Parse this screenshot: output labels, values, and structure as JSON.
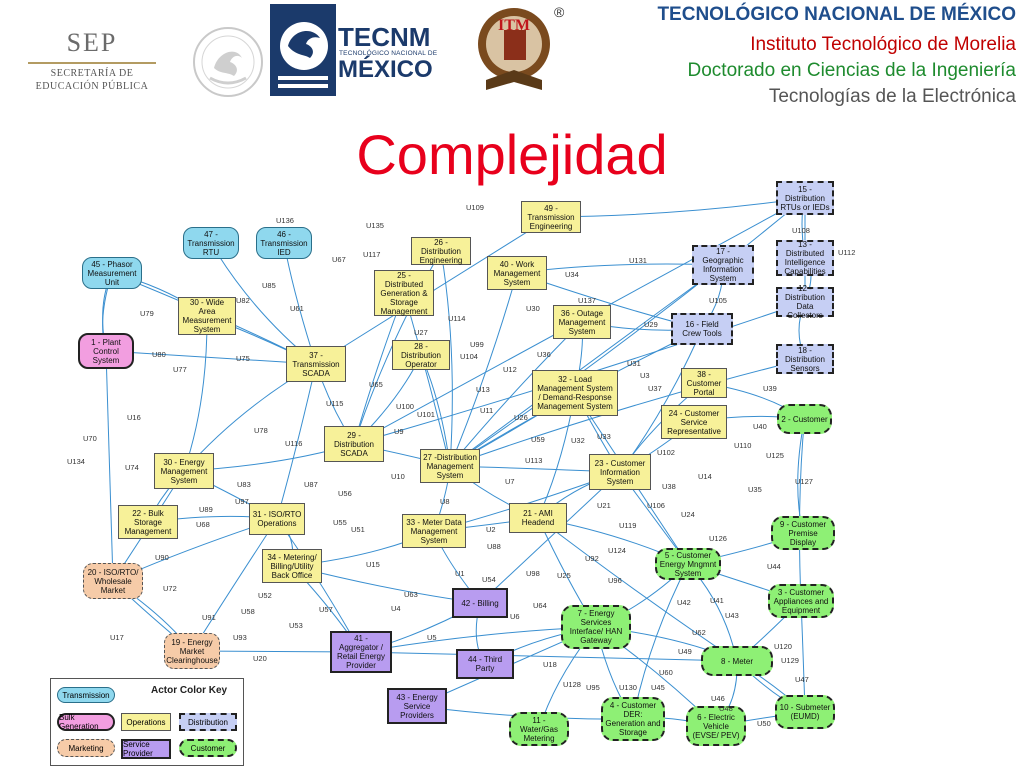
{
  "header": {
    "sep": {
      "name": "SEP",
      "line1": "SECRETARÍA DE",
      "line2": "EDUCACIÓN PÚBLICA"
    },
    "tecnm": {
      "word": "TECNM",
      "sub": "TECNOLÓGICO NACIONAL DE",
      "country": "MÉXICO"
    },
    "itm": {
      "text": "ITM",
      "reg": "®"
    },
    "lines": [
      "TECNOLÓGICO NACIONAL DE MÉXICO",
      "Instituto Tecnológico de Morelia",
      "Doctorado en Ciencias de la Ingeniería",
      "Tecnologías de la Electrónica"
    ]
  },
  "title": "Complejidad",
  "colors": {
    "transmission": "#8fd8ee",
    "generation": "#f29ee0",
    "operations": "#f7f199",
    "distribution": "#c6cff4",
    "marketing": "#f6cba8",
    "provider": "#b89cf0",
    "customer": "#8ef075",
    "edge": "#3a8fd0",
    "title": "#e8001c"
  },
  "nodes": [
    {
      "id": "n15",
      "label": "15 - Distribution RTUs or IEDs",
      "cls": "distribution"
    },
    {
      "id": "n49",
      "label": "49 - Transmission Engineering",
      "cls": "operations"
    },
    {
      "id": "n47",
      "label": "47 - Transmission RTU",
      "cls": "transmission"
    },
    {
      "id": "n46",
      "label": "46 - Transmission IED",
      "cls": "transmission"
    },
    {
      "id": "n26",
      "label": "26 - Distribution Engineering",
      "cls": "operations"
    },
    {
      "id": "n17",
      "label": "17 - Geographic Information System",
      "cls": "distribution"
    },
    {
      "id": "n13",
      "label": "13 - Distributed Intelligence Capabilities",
      "cls": "distribution"
    },
    {
      "id": "n45",
      "label": "45 - Phasor Measurement Unit",
      "cls": "transmission"
    },
    {
      "id": "n40",
      "label": "40 - Work Management System",
      "cls": "operations"
    },
    {
      "id": "n25",
      "label": "25 - Distributed Generation & Storage Management",
      "cls": "operations"
    },
    {
      "id": "n12",
      "label": "12 - Distribution Data Collectors",
      "cls": "distribution"
    },
    {
      "id": "n30",
      "label": "30 - Wide Area Measurement System",
      "cls": "operations"
    },
    {
      "id": "n36",
      "label": "36 - Outage Management System",
      "cls": "operations"
    },
    {
      "id": "n16",
      "label": "16 - Field Crew Tools",
      "cls": "distribution"
    },
    {
      "id": "n1",
      "label": "1 - Plant Control System",
      "cls": "generation"
    },
    {
      "id": "n37",
      "label": "37 - Transmission SCADA",
      "cls": "operations"
    },
    {
      "id": "n28",
      "label": "28 - Distribution Operator",
      "cls": "operations"
    },
    {
      "id": "n18",
      "label": "18 - Distribution Sensors",
      "cls": "distribution"
    },
    {
      "id": "n32",
      "label": "32 - Load Management System / Demand-Response Management System",
      "cls": "operations"
    },
    {
      "id": "n38",
      "label": "38 - Customer Portal",
      "cls": "operations"
    },
    {
      "id": "n24",
      "label": "24 - Customer Service Representative",
      "cls": "operations"
    },
    {
      "id": "n2",
      "label": "2 - Customer",
      "cls": "customer"
    },
    {
      "id": "n29",
      "label": "29 - Distribution SCADA",
      "cls": "operations"
    },
    {
      "id": "n30e",
      "label": "30 - Energy Management System",
      "cls": "operations"
    },
    {
      "id": "n27",
      "label": "27 -Distribution Management System",
      "cls": "operations"
    },
    {
      "id": "n23",
      "label": "23 - Customer Information System",
      "cls": "operations"
    },
    {
      "id": "n22",
      "label": "22 - Bulk Storage Management",
      "cls": "operations"
    },
    {
      "id": "n31",
      "label": "31 - ISO/RTO Operations",
      "cls": "operations"
    },
    {
      "id": "n33",
      "label": "33 - Meter Data Management System",
      "cls": "operations"
    },
    {
      "id": "n21",
      "label": "21 - AMI Headend",
      "cls": "operations"
    },
    {
      "id": "n9",
      "label": "9 - Customer Premise Display",
      "cls": "customer"
    },
    {
      "id": "n34",
      "label": "34 - Metering/ Billing/Utility Back Office",
      "cls": "operations"
    },
    {
      "id": "n5",
      "label": "5 - Customer Energy Mngmnt System",
      "cls": "customer"
    },
    {
      "id": "n20",
      "label": "20 - ISO/RTO/ Wholesale Market",
      "cls": "marketing"
    },
    {
      "id": "n3",
      "label": "3 - Customer Appliances and Equipment",
      "cls": "customer"
    },
    {
      "id": "n42",
      "label": "42 - Billing",
      "cls": "provider"
    },
    {
      "id": "n7",
      "label": "7 - Energy Services Interface/ HAN Gateway",
      "cls": "customer"
    },
    {
      "id": "n19",
      "label": "19 - Energy Market Clearinghouse",
      "cls": "marketing"
    },
    {
      "id": "n41",
      "label": "41 - Aggregator / Retail Energy Provider",
      "cls": "provider"
    },
    {
      "id": "n8",
      "label": "8 - Meter",
      "cls": "customer"
    },
    {
      "id": "n44",
      "label": "44 - Third Party",
      "cls": "provider"
    },
    {
      "id": "n43",
      "label": "43 - Energy Service Providers",
      "cls": "provider"
    },
    {
      "id": "n10",
      "label": "10 - Submeter (EUMD)",
      "cls": "customer"
    },
    {
      "id": "n11",
      "label": "11 - Water/Gas Metering",
      "cls": "customer"
    },
    {
      "id": "n4",
      "label": "4 - Customer DER: Generation and Storage",
      "cls": "customer"
    },
    {
      "id": "n6",
      "label": "6 - Electric Vehicle (EVSE/ PEV)",
      "cls": "customer"
    }
  ],
  "edge_labels": [
    "U136",
    "U109",
    "U135",
    "U67",
    "U117",
    "U108",
    "U112",
    "U131",
    "U34",
    "U85",
    "U82",
    "U61",
    "U105",
    "U137",
    "U79",
    "U30",
    "U29",
    "U114",
    "U27",
    "U99",
    "U11",
    "U80",
    "U75",
    "U104",
    "U65",
    "U13",
    "U36",
    "U31",
    "U3",
    "U37",
    "U39",
    "U77",
    "U115",
    "U100",
    "U101",
    "U12",
    "U26",
    "U40",
    "U16",
    "U78",
    "U116",
    "U9",
    "U59",
    "U32",
    "U33",
    "U110",
    "U125",
    "U70",
    "U74",
    "U10",
    "U113",
    "U102",
    "U134",
    "U83",
    "U87",
    "U56",
    "U7",
    "U14",
    "U127",
    "U97",
    "U38",
    "U35",
    "U89",
    "U8",
    "U106",
    "U24",
    "U68",
    "U55",
    "U2",
    "U21",
    "U119",
    "U126",
    "U90",
    "U51",
    "U88",
    "U124",
    "U92",
    "U15",
    "U1",
    "U98",
    "U25",
    "U96",
    "U44",
    "U72",
    "U54",
    "U63",
    "U64",
    "U42",
    "U41",
    "U52",
    "U58",
    "U4",
    "U6",
    "U43",
    "U91",
    "U57",
    "U53",
    "U62",
    "U5",
    "U60",
    "U120",
    "U93",
    "U49",
    "U129",
    "U20",
    "U17",
    "U18",
    "U128",
    "U95",
    "U130",
    "U45",
    "U47",
    "U46",
    "U48",
    "U50"
  ],
  "legend": {
    "title": "Actor Color Key",
    "items": [
      {
        "label": "Transmission",
        "cls": "transmission"
      },
      {
        "label": "Bulk Generation",
        "cls": "generation"
      },
      {
        "label": "Operations",
        "cls": "operations"
      },
      {
        "label": "Distribution",
        "cls": "distribution"
      },
      {
        "label": "Marketing",
        "cls": "marketing"
      },
      {
        "label": "Service Provider",
        "cls": "provider"
      },
      {
        "label": "Customer",
        "cls": "customer"
      }
    ]
  }
}
